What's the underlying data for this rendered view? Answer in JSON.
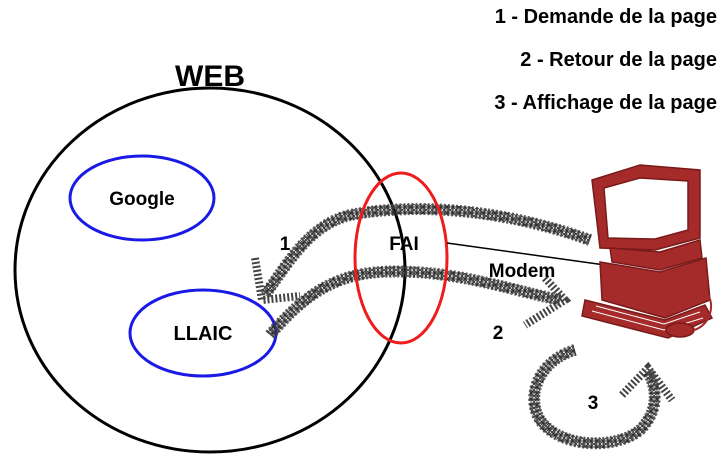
{
  "legend": [
    "1 - Demande de la page",
    "2 - Retour de la page",
    "3 - Affichage de la page"
  ],
  "web_label": "WEB",
  "nodes": {
    "google": "Google",
    "llaic": "LLAIC",
    "fai": "FAI"
  },
  "modem_label": "Modem",
  "step_labels": {
    "request": "1",
    "return": "2",
    "display": "3"
  },
  "colors": {
    "web_outline": "#000000",
    "node_outline": "#1a1ae6",
    "fai_outline": "#ee1c1c",
    "computer": "#a52a2a",
    "arrow_stroke": "#333333"
  }
}
